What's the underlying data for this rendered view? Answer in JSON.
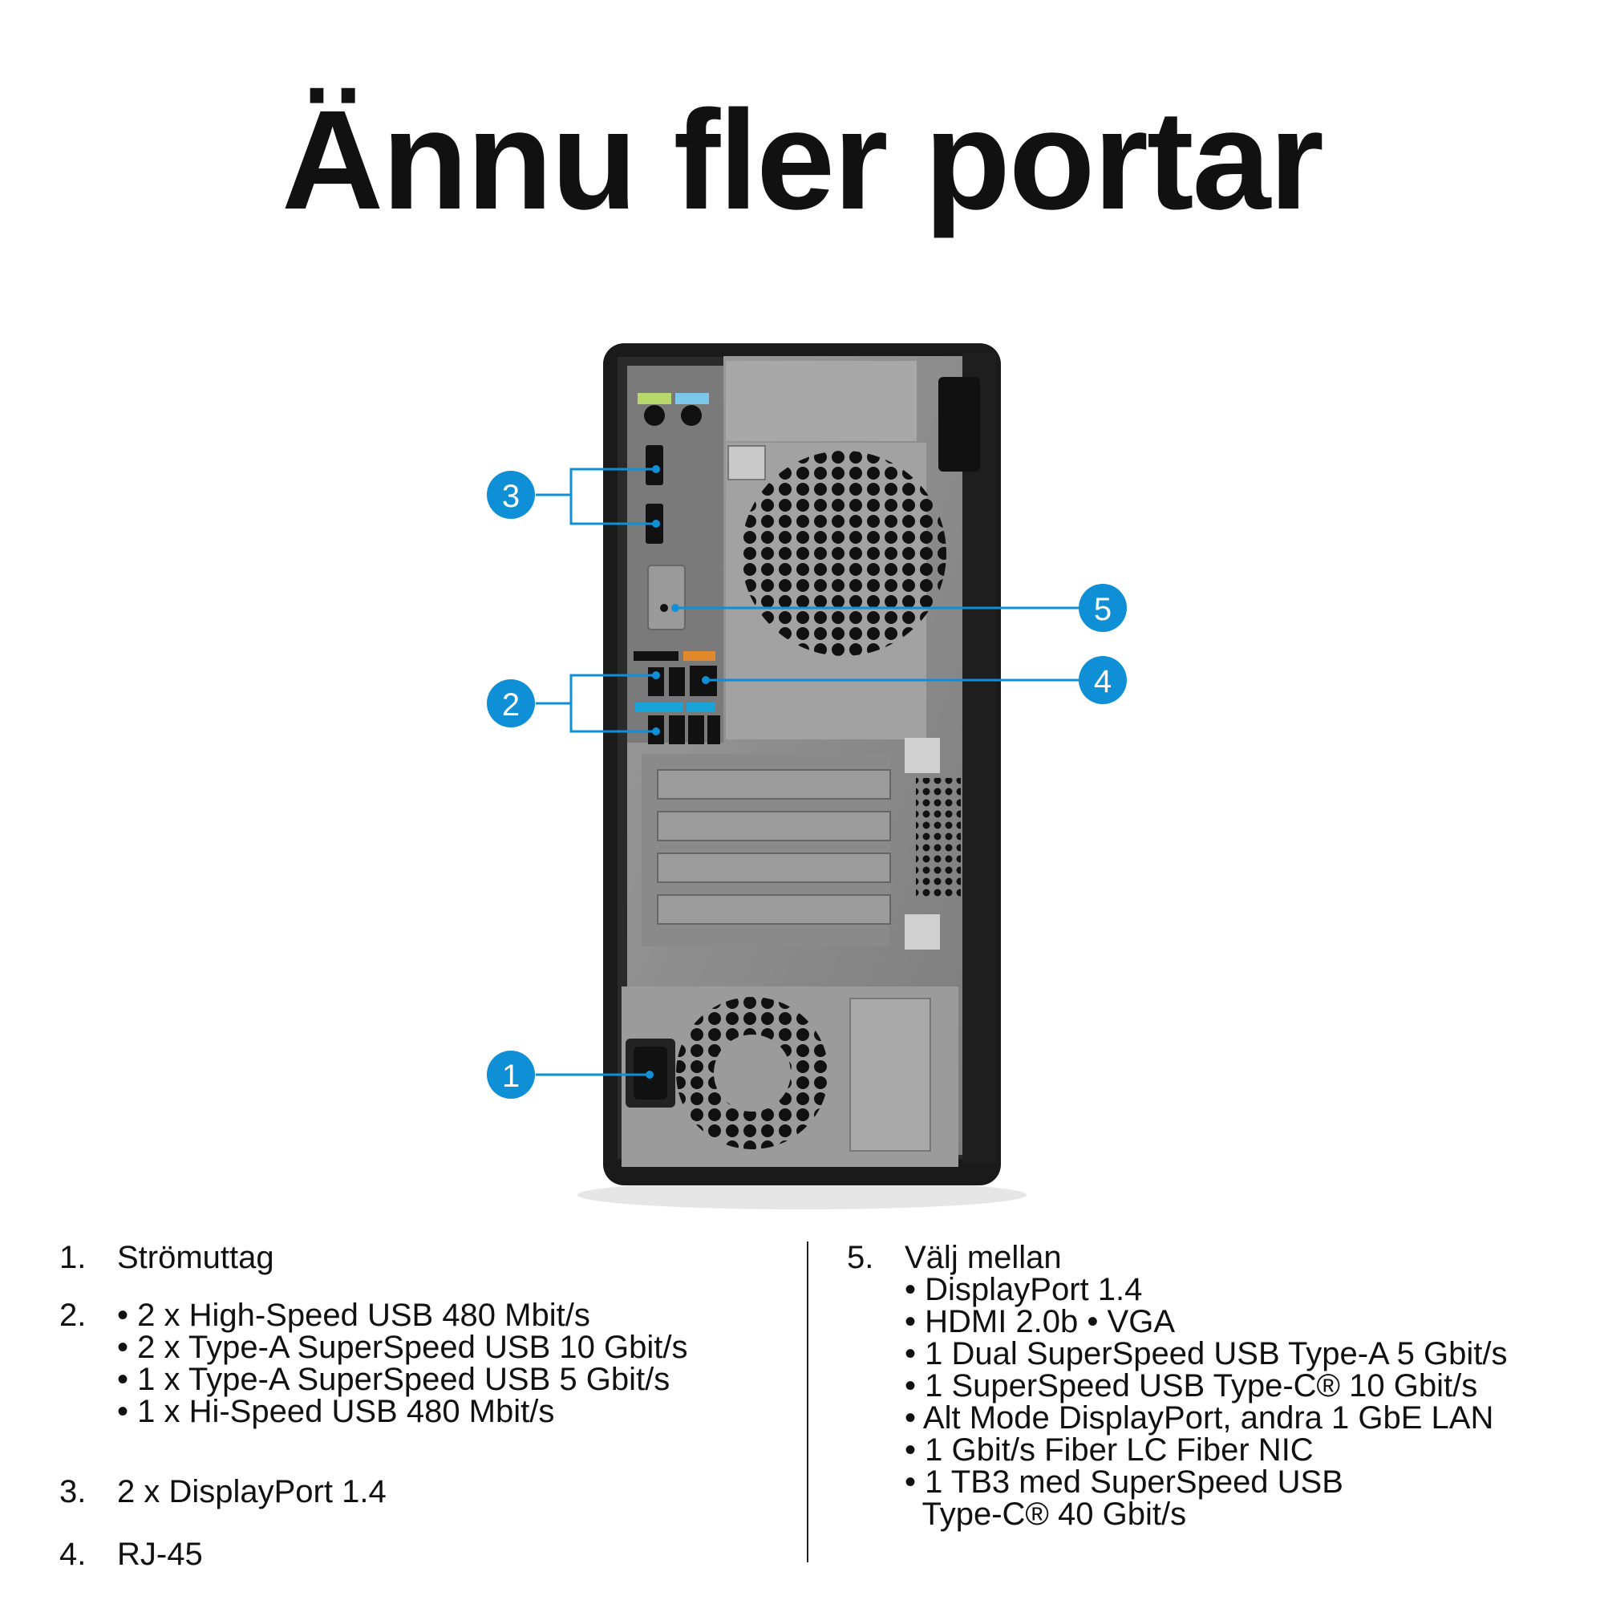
{
  "title": "Ännu fler portar",
  "callouts": [
    "1",
    "2",
    "3",
    "4",
    "5"
  ],
  "colors": {
    "callout": "#0e8fd6",
    "chassis": "#1a1a1a",
    "panel": "#8f8f8f",
    "audio_green": "#b7d86b",
    "audio_blue": "#7cc7ea",
    "usb_blue": "#1aa3d9",
    "lan_orange": "#e08a2c"
  },
  "icons": [
    "power-socket-icon",
    "usb-port-icon",
    "displayport-icon",
    "rj45-port-icon",
    "fan-grille-icon"
  ],
  "left_list": [
    {
      "num": "1.",
      "lines": [
        "Strömuttag"
      ]
    },
    {
      "num": "2.",
      "lines": [
        "• 2 x High-Speed USB 480 Mbit/s",
        "• 2 x Type-A SuperSpeed USB 10 Gbit/s",
        "• 1 x Type-A SuperSpeed USB 5 Gbit/s",
        "• 1 x Hi-Speed USB 480 Mbit/s"
      ]
    },
    {
      "num": "3.",
      "lines": [
        "2 x DisplayPort 1.4"
      ]
    },
    {
      "num": "4.",
      "lines": [
        "RJ-45"
      ]
    }
  ],
  "right_list": {
    "num": "5.",
    "heading": "Välj mellan",
    "lines": [
      "• DisplayPort 1.4",
      "• HDMI 2.0b • VGA",
      "• 1 Dual SuperSpeed USB Type-A 5 Gbit/s",
      "• 1 SuperSpeed USB Type-C® 10 Gbit/s",
      "• Alt Mode DisplayPort, andra 1 GbE LAN",
      "• 1 Gbit/s Fiber LC Fiber NIC",
      "• 1 TB3 med SuperSpeed USB",
      "  Type-C® 40 Gbit/s"
    ]
  }
}
